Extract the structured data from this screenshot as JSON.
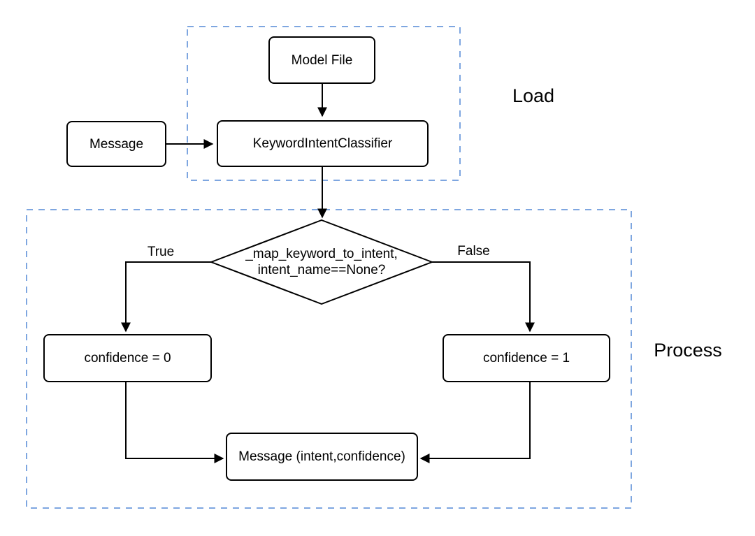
{
  "diagram": {
    "groups": {
      "load": {
        "label": "Load"
      },
      "process": {
        "label": "Process"
      }
    },
    "nodes": {
      "model_file": {
        "label": "Model File"
      },
      "message_input": {
        "label": "Message"
      },
      "classifier": {
        "label": "KeywordIntentClassifier"
      },
      "decision": {
        "label_line1": "_map_keyword_to_intent,",
        "label_line2": "intent_name==None?"
      },
      "confidence_zero": {
        "label": "confidence = 0"
      },
      "confidence_one": {
        "label": "confidence = 1"
      },
      "message_output": {
        "label": "Message (intent,confidence)"
      }
    },
    "edges": {
      "true_label": "True",
      "false_label": "False"
    },
    "colors": {
      "group_border": "#7EA6E0",
      "node_border": "#000000",
      "node_fill": "#FFFFFF",
      "edge": "#000000",
      "text": "#000000",
      "background": "#FFFFFF"
    }
  }
}
